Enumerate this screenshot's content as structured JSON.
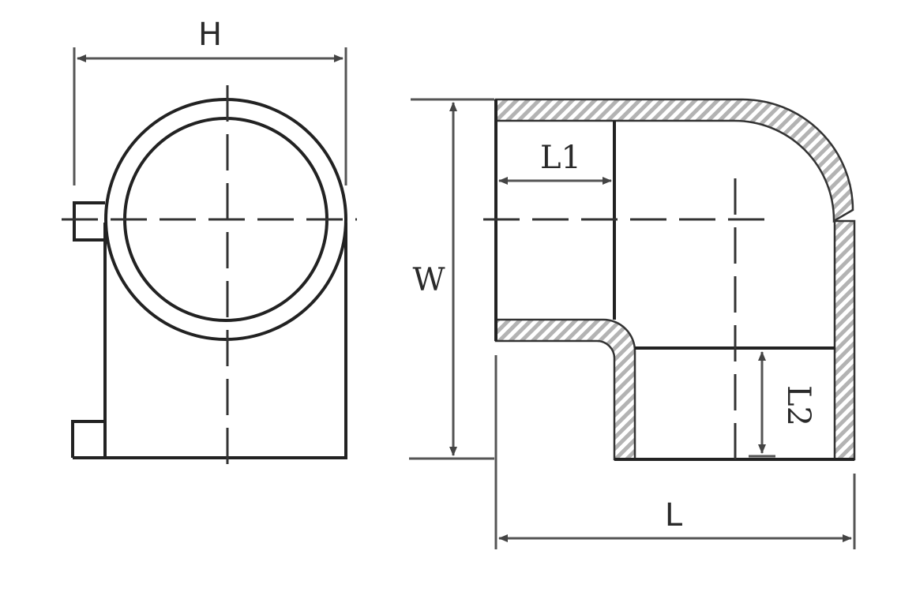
{
  "labels": {
    "H": "H",
    "W": "W",
    "L": "L",
    "L1": "L1",
    "L2": "L2"
  },
  "colors": {
    "line": "#222222",
    "hatch_gray": "#b3b3b3",
    "dimension": "#555555",
    "background": "#ffffff"
  }
}
